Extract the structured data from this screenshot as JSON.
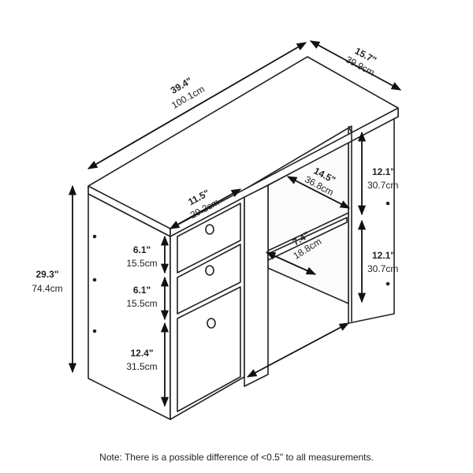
{
  "dimensions": {
    "width": {
      "in": "39.4\"",
      "cm": "100.1cm"
    },
    "depth": {
      "in": "15.7\"",
      "cm": "39.9cm"
    },
    "height": {
      "in": "29.3\"",
      "cm": "74.4cm"
    },
    "drawer_width": {
      "in": "11.5\"",
      "cm": "29.2cm"
    },
    "drawer_top": {
      "in": "6.1\"",
      "cm": "15.5cm"
    },
    "drawer_middle": {
      "in": "6.1\"",
      "cm": "15.5cm"
    },
    "drawer_bottom": {
      "in": "12.4\"",
      "cm": "31.5cm"
    },
    "shelf_depth": {
      "in": "14.5\"",
      "cm": "36.8cm"
    },
    "shelf_upper_height": {
      "in": "12.1\"",
      "cm": "30.7cm"
    },
    "shelf_lower_height": {
      "in": "12.1\"",
      "cm": "30.7cm"
    },
    "knee_depth": {
      "in": "7.4\"",
      "cm": "18.8cm"
    }
  },
  "note": "Note: There is a possible difference of <0.5\" to all measurements."
}
